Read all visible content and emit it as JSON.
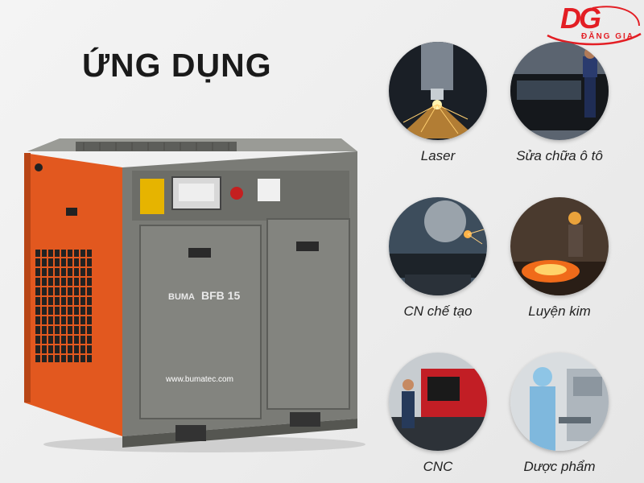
{
  "title": "ỨNG DỤNG",
  "logo": {
    "mark": "DG",
    "text": "ĐĂNG GIA"
  },
  "machine": {
    "brand": "BUMA",
    "model": "BFB 15",
    "website": "www.bumatec.com"
  },
  "applications": [
    {
      "label": "Laser"
    },
    {
      "label": "Sửa chữa ô tô"
    },
    {
      "label": "CN chế tạo"
    },
    {
      "label": "Luyện kim"
    },
    {
      "label": "CNC"
    },
    {
      "label": "Dược phẩm"
    }
  ],
  "colors": {
    "accent": "#e31e24",
    "machine_body": "#7a7b76",
    "machine_panel": "#e2581f"
  }
}
